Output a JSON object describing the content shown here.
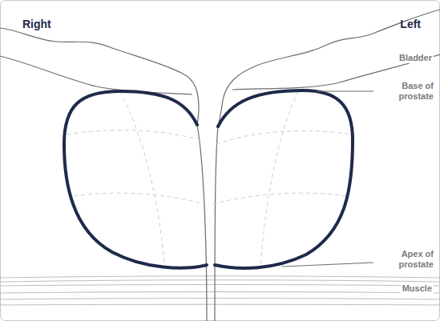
{
  "diagram": {
    "labels": [
      "Right",
      "Left",
      "Bladder",
      "Base of prostate",
      "Apex of prostate",
      "Muscle"
    ]
  }
}
